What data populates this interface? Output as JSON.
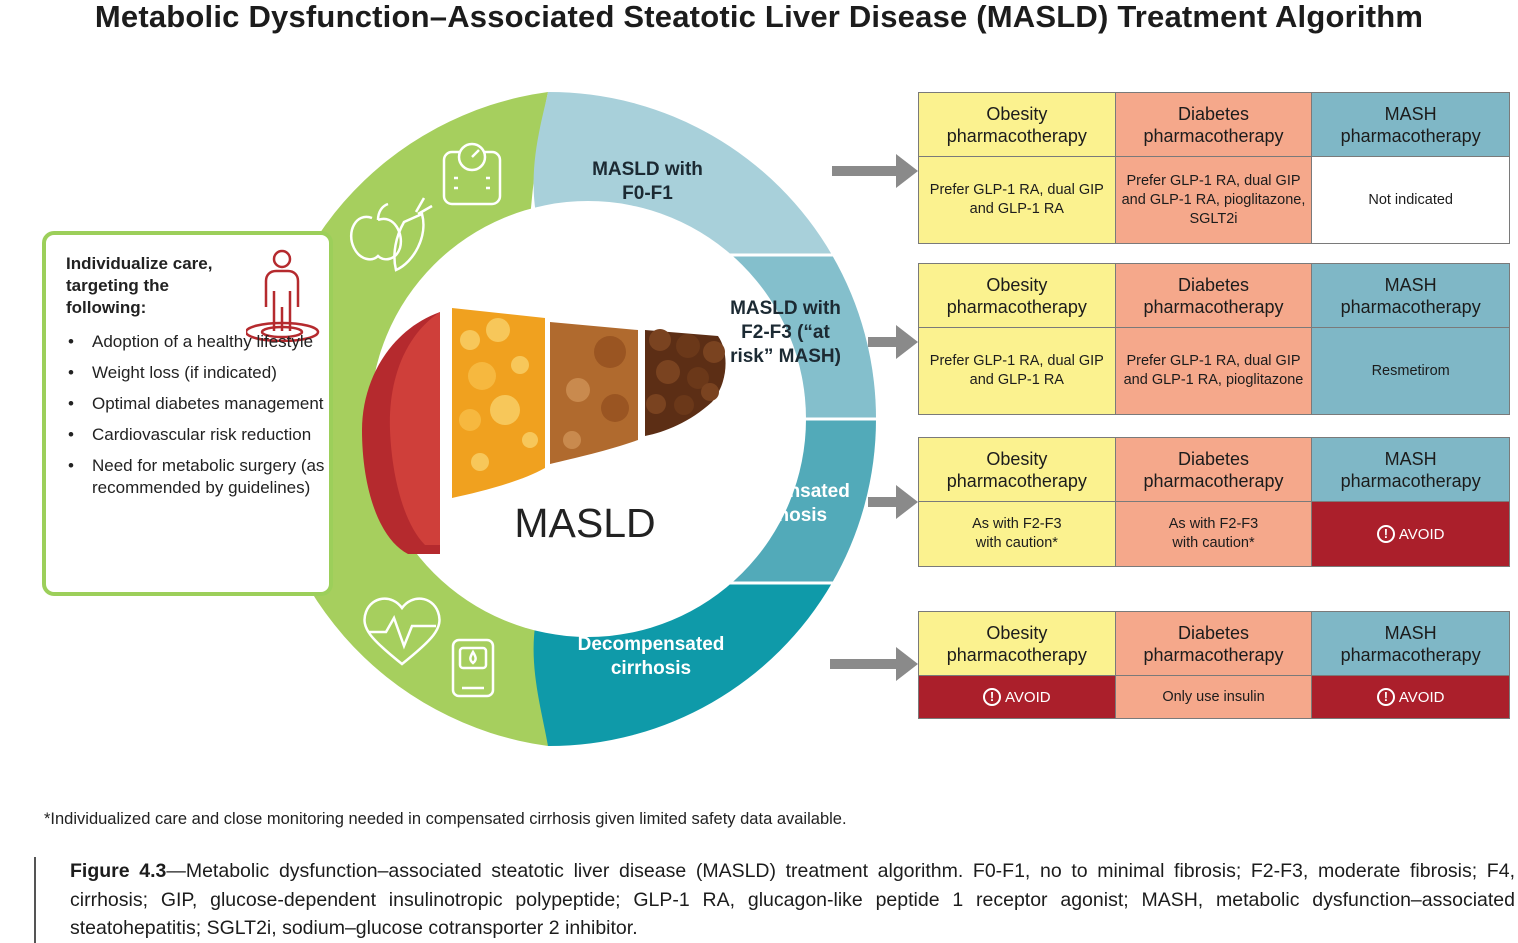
{
  "title": "Metabolic Dysfunction–Associated Steatotic Liver Disease (MASLD) Treatment Algorithm",
  "center_label": "MASLD",
  "box": {
    "heading": "Individualize care, targeting the following:",
    "items": [
      "Adoption of a healthy lifestyle",
      "Weight loss (if indicated)",
      "Optimal diabetes management",
      "Cardiovascular risk reduction",
      "Need for metabolic surgery (as recommended by guidelines)"
    ]
  },
  "segments": [
    {
      "label": "MASLD with F0-F1",
      "color": "#a8d0da"
    },
    {
      "label": "MASLD with F2-F3 (“at risk” MASH)",
      "color": "#84bfcc"
    },
    {
      "label": "Compensated cirrhosis",
      "color": "#52aab9"
    },
    {
      "label": "Decompensated cirrhosis",
      "color": "#0f9aa9"
    }
  ],
  "colors": {
    "lifestyle_green": "#a6cf5e",
    "obesity": "#fbf28f",
    "diabetes": "#f5a88b",
    "mash": "#7fb7c6",
    "avoid": "#ab1f2b",
    "arrow": "#8a8a8a"
  },
  "icons": [
    "scale-icon",
    "apple-carrot-icon",
    "person-target-icon",
    "heart-pulse-icon",
    "glucose-meter-icon",
    "alert-icon",
    "liver-illustration"
  ],
  "tables": [
    {
      "headers": [
        "Obesity pharmacotherapy",
        "Diabetes pharmacotherapy",
        "MASH pharmacotherapy"
      ],
      "obesity": "Prefer GLP-1 RA, dual GIP and GLP-1 RA",
      "diabetes": "Prefer GLP-1 RA, dual GIP and GLP-1 RA, pioglitazone, SGLT2i",
      "mash": "Not indicated"
    },
    {
      "headers": [
        "Obesity pharmacotherapy",
        "Diabetes pharmacotherapy",
        "MASH pharmacotherapy"
      ],
      "obesity": "Prefer GLP-1 RA, dual GIP and GLP-1 RA",
      "diabetes": "Prefer GLP-1 RA, dual GIP and GLP-1 RA, pioglitazone",
      "mash": "Resmetirom"
    },
    {
      "headers": [
        "Obesity pharmacotherapy",
        "Diabetes pharmacotherapy",
        "MASH pharmacotherapy"
      ],
      "obesity": "As with F2-F3 with caution*",
      "diabetes": "As with F2-F3 with caution*",
      "mash": "AVOID"
    },
    {
      "headers": [
        "Obesity pharmacotherapy",
        "Diabetes pharmacotherapy",
        "MASH pharmacotherapy"
      ],
      "obesity": "AVOID",
      "diabetes": "Only use insulin",
      "mash": "AVOID"
    }
  ],
  "footnote": "*Individualized care and close monitoring needed in compensated cirrhosis given limited safety data available.",
  "caption": {
    "label": "Figure 4.3",
    "text": "—Metabolic dysfunction–associated steatotic liver disease (MASLD) treatment algorithm. F0-F1, no to minimal fibrosis; F2-F3, moderate fibrosis; F4, cirrhosis; GIP, glucose-dependent insulinotropic polypeptide; GLP-1 RA, glucagon-like peptide 1 receptor agonist; MASH, metabolic dysfunction–associated steatohepatitis; SGLT2i, sodium–glucose cotransporter 2 inhibitor."
  }
}
